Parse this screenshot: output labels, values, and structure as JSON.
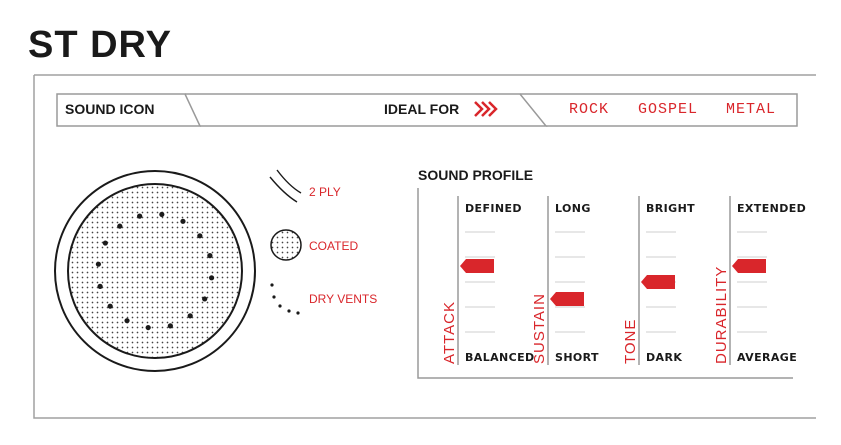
{
  "title": "ST DRY",
  "header": {
    "sound_icon_label": "SOUND ICON",
    "ideal_for_label": "IDEAL FOR",
    "genres": [
      "ROCK",
      "GOSPEL",
      "METAL"
    ]
  },
  "legend": {
    "items": [
      {
        "icon": "two-ply-arcs-icon",
        "label": "2 PLY"
      },
      {
        "icon": "coated-dotted-circle-icon",
        "label": "COATED"
      },
      {
        "icon": "dry-vents-dots-icon",
        "label": "DRY VENTS"
      }
    ]
  },
  "sound_profile": {
    "title": "SOUND PROFILE",
    "columns": [
      {
        "name": "ATTACK",
        "top": "DEFINED",
        "bottom": "BALANCED",
        "level": 0.66
      },
      {
        "name": "SUSTAIN",
        "top": "LONG",
        "bottom": "SHORT",
        "level": 0.33
      },
      {
        "name": "TONE",
        "top": "BRIGHT",
        "bottom": "DARK",
        "level": 0.5
      },
      {
        "name": "DURABILITY",
        "top": "EXTENDED",
        "bottom": "AVERAGE",
        "level": 0.66
      }
    ]
  },
  "colors": {
    "accent": "#d9262b",
    "line": "#9a9a9a",
    "text": "#1a1a1a"
  }
}
